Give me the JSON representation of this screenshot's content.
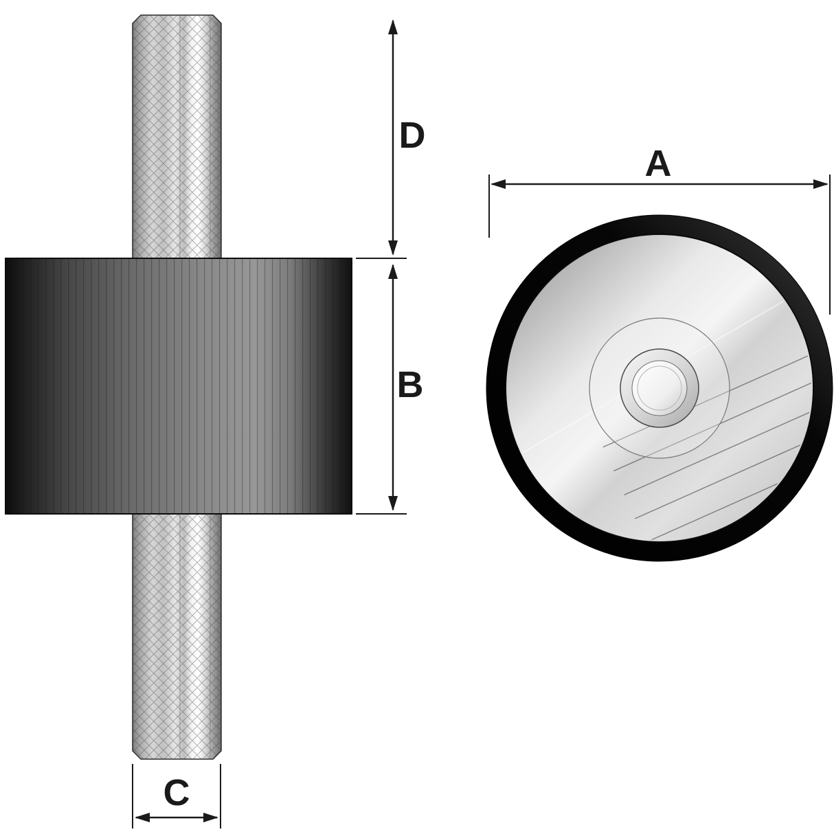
{
  "diagram": {
    "dimension_labels": {
      "a": "A",
      "b": "B",
      "c": "C",
      "d": "D"
    },
    "colors": {
      "label": "#1a1a1a",
      "line": "#1a1a1a",
      "background": "#ffffff",
      "rubber_edge": "#101010",
      "ring_black": "#0a0a0a",
      "metal_bright": "#ffffff"
    }
  }
}
